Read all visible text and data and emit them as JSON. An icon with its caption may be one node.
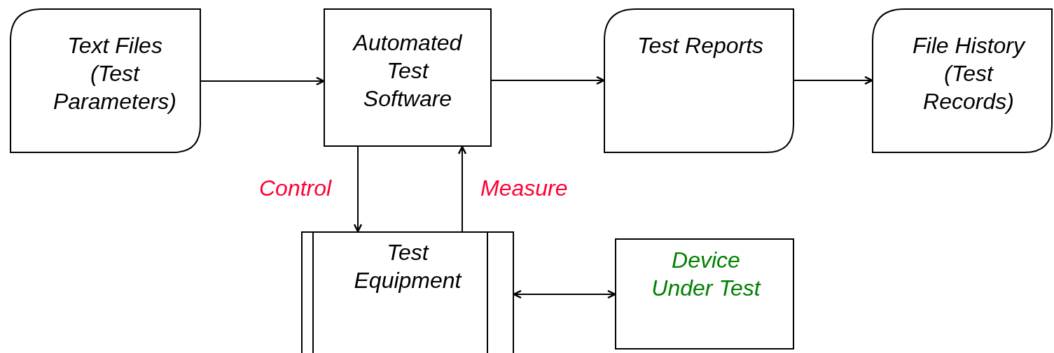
{
  "diagram": {
    "nodes": [
      {
        "text": [
          "Text Files (Test Parameters)"
        ]
      },
      {
        "text": [
          "Automated Test Software"
        ]
      },
      {
        "text": [
          "Test Reports"
        ]
      },
      {
        "text": [
          "File History (Test Records)"
        ]
      },
      {
        "text": [
          "Test Equipment"
        ]
      },
      {
        "text": [
          "Device Under Test"
        ]
      }
    ],
    "edges": [
      {
        "from": 0,
        "to": 1,
        "arrow": "to"
      },
      {
        "from": 1,
        "to": 2,
        "arrow": "to"
      },
      {
        "from": 2,
        "to": 3,
        "arrow": "to"
      },
      {
        "from": 1,
        "to": 4,
        "arrow": "to",
        "label": "Control"
      },
      {
        "from": 4,
        "to": 1,
        "arrow": "to",
        "label": "Measure"
      },
      {
        "from": 4,
        "to": 5,
        "arrow": "both"
      }
    ]
  }
}
